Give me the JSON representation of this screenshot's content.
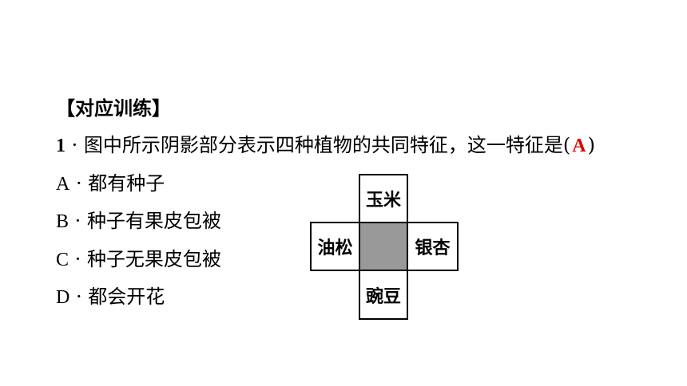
{
  "section_title": "【对应训练】",
  "question": {
    "number": "1",
    "separator": "·",
    "text": "图中所示阴影部分表示四种植物的共同特征，这一特征是(",
    "answer": "A",
    "close": ")"
  },
  "options": [
    {
      "letter": "A",
      "separator": "·",
      "text": "都有种子"
    },
    {
      "letter": "B",
      "separator": "·",
      "text": "种子有果皮包被"
    },
    {
      "letter": "C",
      "separator": "·",
      "text": "种子无果皮包被"
    },
    {
      "letter": "D",
      "separator": "·",
      "text": "都会开花"
    }
  ],
  "diagram": {
    "top": "玉米",
    "left": "油松",
    "right": "银杏",
    "bottom": "豌豆",
    "shaded_color": "#999999"
  },
  "colors": {
    "answer": "#e00000",
    "text": "#000000"
  }
}
